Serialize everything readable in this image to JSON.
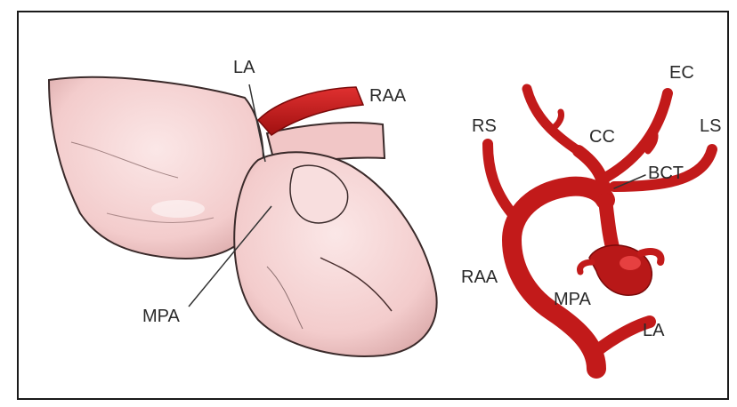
{
  "figure": {
    "left_panel": {
      "labels": {
        "la": "LA",
        "raa": "RAA",
        "mpa": "MPA"
      }
    },
    "right_panel": {
      "labels": {
        "ec": "EC",
        "rs": "RS",
        "cc": "CC",
        "ls": "LS",
        "bct": "BCT",
        "raa": "RAA",
        "mpa": "MPA",
        "la": "LA"
      }
    },
    "colors": {
      "vessel_red": "#c21a1a",
      "heart_pink": "#f6d6d6",
      "outline": "#3a2a2a"
    }
  }
}
